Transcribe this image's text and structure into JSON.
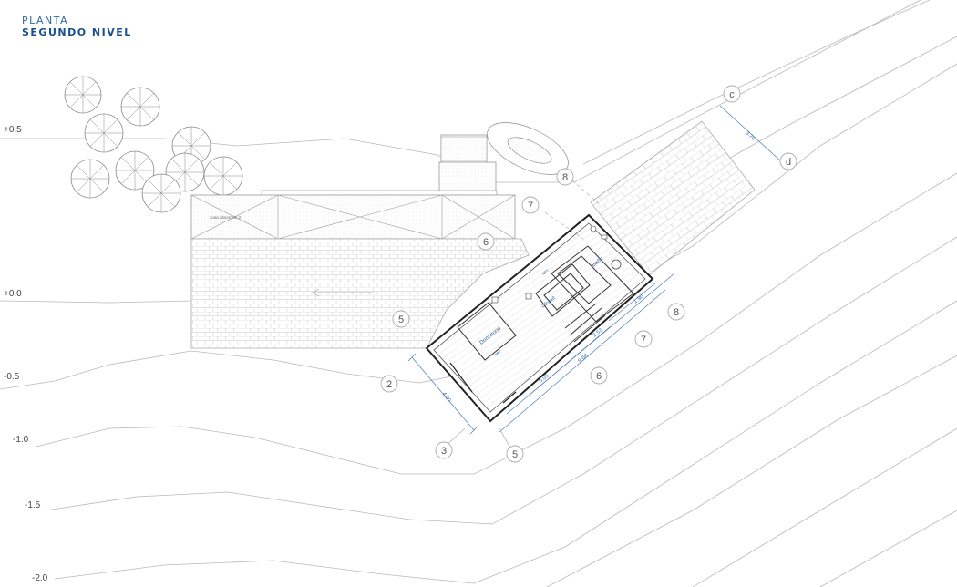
{
  "title": {
    "line1": "PLANTA",
    "line2": "SEGUNDO NIVEL"
  },
  "levels": [
    "+0.5",
    "+0.0",
    "-0.5",
    "-1.0",
    "-1.5",
    "-2.0"
  ],
  "axes": {
    "a1": "2",
    "a2": "3",
    "a3": "5",
    "a4": "6",
    "a5": "7",
    "a6": "8",
    "a7": "5",
    "a8": "6",
    "a9": "7",
    "a10": "8",
    "a11": "c",
    "a12": "d"
  },
  "rooms": {
    "dormitorio": "Dormitorio",
    "closet": "Closet",
    "bano": "Baño",
    "zona": "zona absorción 2",
    "npt": "NPT"
  },
  "dimensions": {
    "d1": "4.00",
    "d2": "5.05",
    "d3": "9.68",
    "d4": "2.53",
    "d5": "1.90",
    "d6": "3.70",
    "d7": "0.5"
  },
  "colors": {
    "title": "#2e6aa8",
    "dimension": "#4a7bb5"
  }
}
